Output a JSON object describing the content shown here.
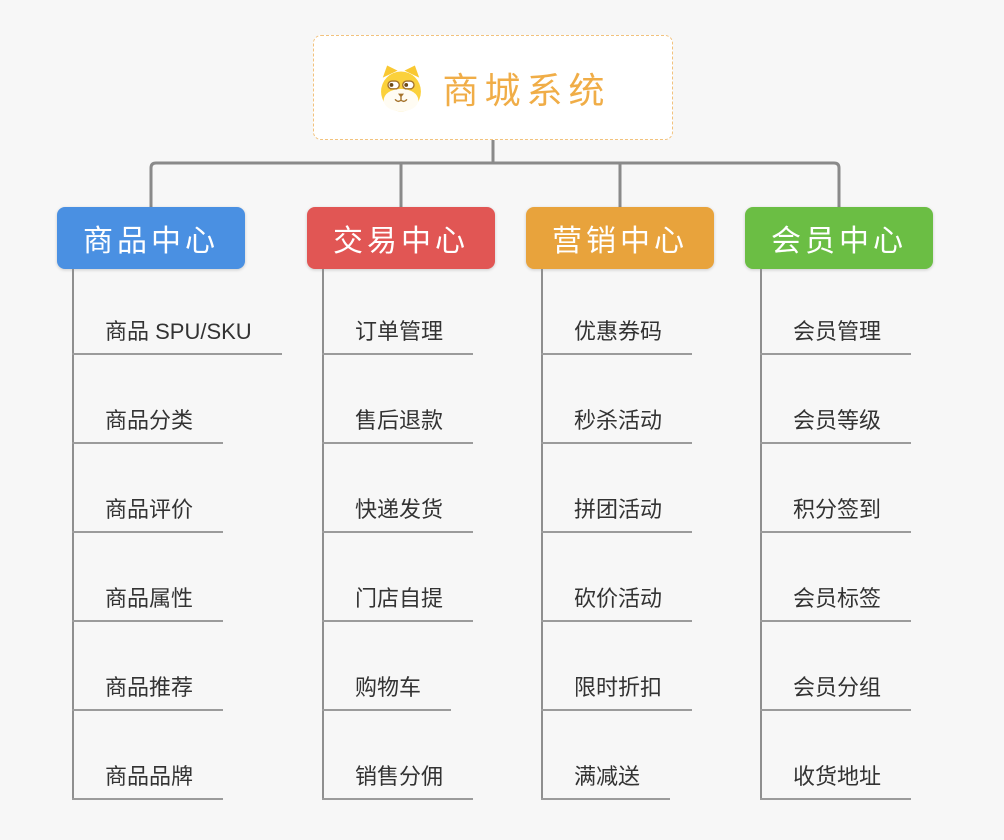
{
  "root": {
    "title": "商城系统",
    "icon": "dog-face-icon",
    "title_color": "#f0ad47",
    "border_color": "#f2c27d"
  },
  "branches": [
    {
      "label": "商品中心",
      "color": "#4a90e2",
      "items": [
        "商品 SPU/SKU",
        "商品分类",
        "商品评价",
        "商品属性",
        "商品推荐",
        "商品品牌"
      ]
    },
    {
      "label": "交易中心",
      "color": "#e15654",
      "items": [
        "订单管理",
        "售后退款",
        "快递发货",
        "门店自提",
        "购物车",
        "销售分佣"
      ]
    },
    {
      "label": "营销中心",
      "color": "#e8a33c",
      "items": [
        "优惠券码",
        "秒杀活动",
        "拼团活动",
        "砍价活动",
        "限时折扣",
        "满减送"
      ]
    },
    {
      "label": "会员中心",
      "color": "#6bbe44",
      "items": [
        "会员管理",
        "会员等级",
        "积分签到",
        "会员标签",
        "会员分组",
        "收货地址"
      ]
    }
  ],
  "connector_color": "#8a8a8a",
  "background_color": "#f7f7f7"
}
